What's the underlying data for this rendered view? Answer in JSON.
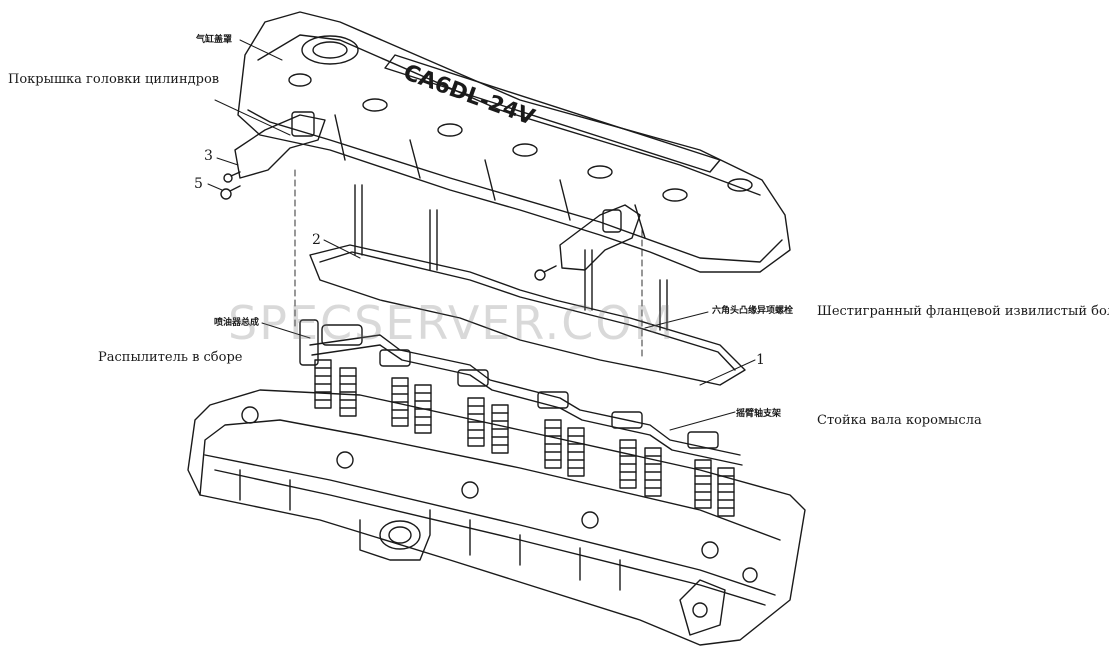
{
  "labels_ru": {
    "cover": "Покрышка головки цилиндров",
    "bolt": "Шестигранный фланцевой извилистый болт",
    "injector": "Распылитель в сборе",
    "rocker": "Стойка вала коромысла"
  },
  "labels_cn": {
    "cover": "气缸盖罩",
    "bolt": "六角头凸缘异项螺栓",
    "injector": "喷油器总成",
    "rocker": "摇臂轴支架"
  },
  "callouts": {
    "n1": "1",
    "n2": "2",
    "n3": "3",
    "n5": "5"
  },
  "engine_marking": "CA6DL-24V",
  "watermark": "SPECSERVER.COM",
  "colors": {
    "line": "#1a1a1a",
    "watermark": "#9a9a9a"
  }
}
